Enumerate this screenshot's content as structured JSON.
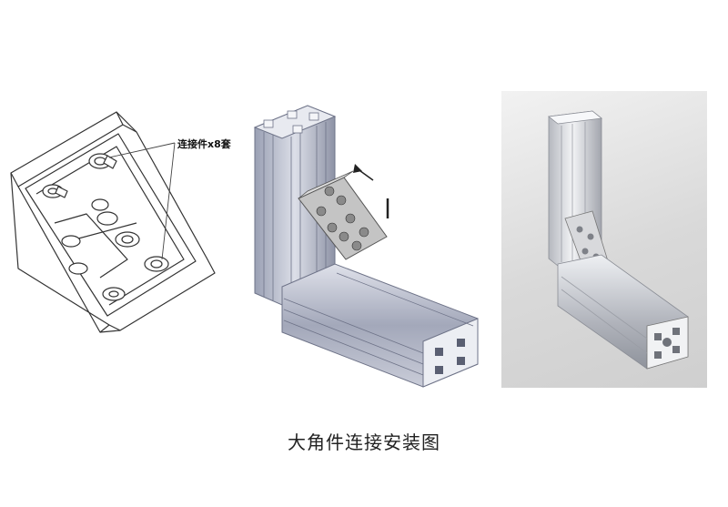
{
  "callout": {
    "label": "连接件x8套"
  },
  "caption": {
    "text": "大角件连接安装图"
  },
  "colors": {
    "background": "#ffffff",
    "line_drawing": "#333333",
    "aluminum_dark": "#8e93a6",
    "aluminum_light": "#d6d8e2",
    "bracket": "#b9b9b9",
    "photo_background": "#d9d9d9"
  },
  "images": {
    "left": "bracket-line-drawing",
    "middle": "corner-bracket-3d-render",
    "right": "corner-bracket-photo"
  }
}
